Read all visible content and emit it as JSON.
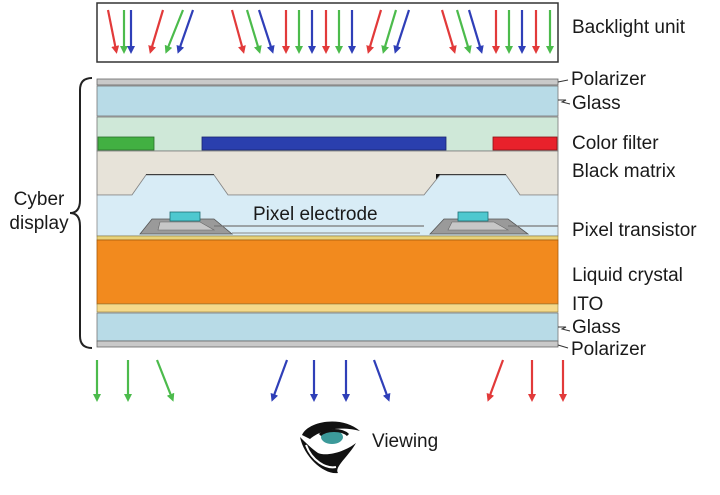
{
  "labels": {
    "backlight": "Backlight unit",
    "polarizer_top": "Polarizer",
    "glass_top": "Glass",
    "color_filter": "Color filter",
    "black_matrix": "Black matrix",
    "pixel_electrode": "Pixel electrode",
    "pixel_transistor": "Pixel transistor",
    "liquid_crystal": "Liquid crystal",
    "ito": "ITO",
    "glass_bottom": "Glass",
    "polarizer_bottom": "Polarizer",
    "cyber_line1": "Cyber",
    "cyber_line2": "display",
    "viewing": "Viewing"
  },
  "colors": {
    "red": "#e23a3a",
    "green": "#4cbb4c",
    "blue": "#2f3fb8",
    "glass": "#b8dbe7",
    "polarizer": "#c9c9c9",
    "color_filter_layer": "#cfe8d8",
    "black_matrix_layer": "#e7e3d9",
    "transistor_layer": "#d8ecf6",
    "liquid_crystal": "#f28a1e",
    "filter_green": "#42b042",
    "filter_blue": "#2a3fae",
    "filter_red": "#e8212b",
    "transistor_gate": "#4ec8cf"
  },
  "icons": {
    "viewing_eye": "eye-icon"
  }
}
